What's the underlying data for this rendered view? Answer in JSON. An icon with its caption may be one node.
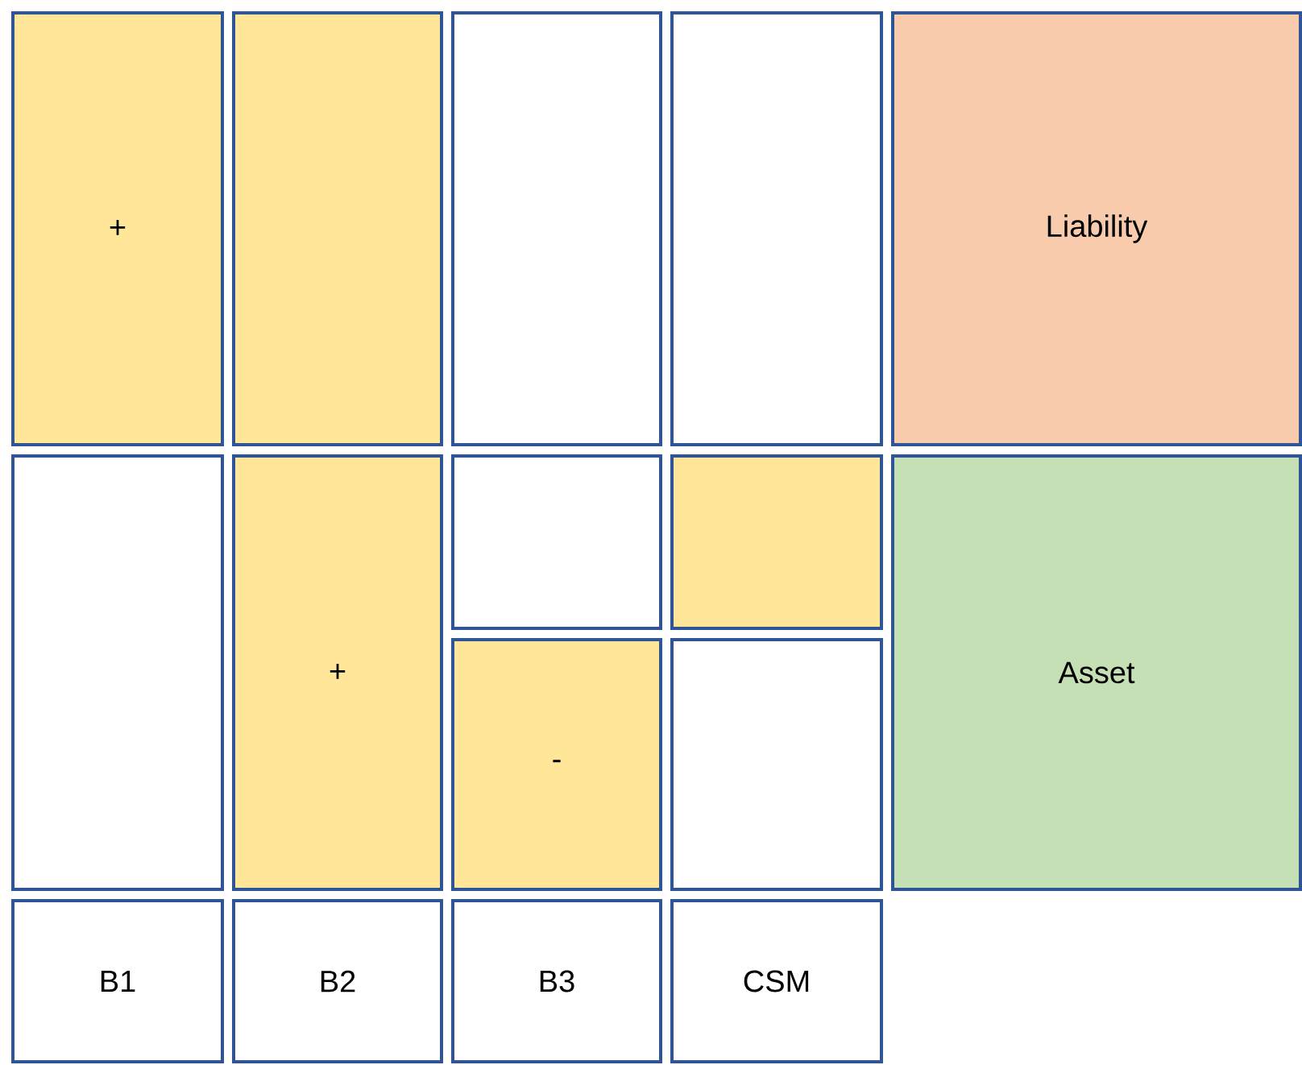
{
  "diagram": {
    "nodes": [
      {
        "text": [
          "+"
        ]
      },
      {
        "text": [],
        "shape": "box"
      },
      {
        "text": [],
        "shape": "box"
      },
      {
        "text": [],
        "shape": "box"
      },
      {
        "text": [
          "Liability"
        ]
      },
      {
        "text": [],
        "shape": "box"
      },
      {
        "text": [
          "+"
        ]
      },
      {
        "text": [],
        "shape": "box"
      },
      {
        "text": [],
        "shape": "box"
      },
      {
        "text": [
          "Asset"
        ]
      },
      {
        "text": [
          "-"
        ]
      },
      {
        "text": [],
        "shape": "box"
      },
      {
        "text": [
          "B1"
        ]
      },
      {
        "text": [
          "B2"
        ]
      },
      {
        "text": [
          "B3"
        ]
      },
      {
        "text": [
          "CSM"
        ]
      }
    ]
  }
}
